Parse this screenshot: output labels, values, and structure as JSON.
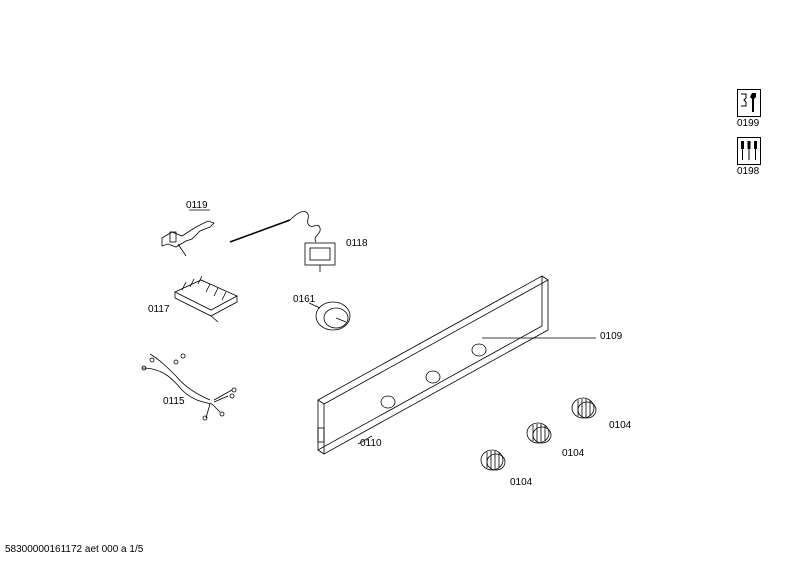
{
  "parts": {
    "p0119": "0119",
    "p0118": "0118",
    "p0117": "0117",
    "p0161": "0161",
    "p0115": "0115",
    "p0109": "0109",
    "p0110": "0110",
    "p0104a": "0104",
    "p0104b": "0104",
    "p0104c": "0104"
  },
  "tools": {
    "t0199": "0199",
    "t0198": "0198"
  },
  "footer": {
    "doc_id": "58300000161172 aet 000 a 1/5"
  }
}
